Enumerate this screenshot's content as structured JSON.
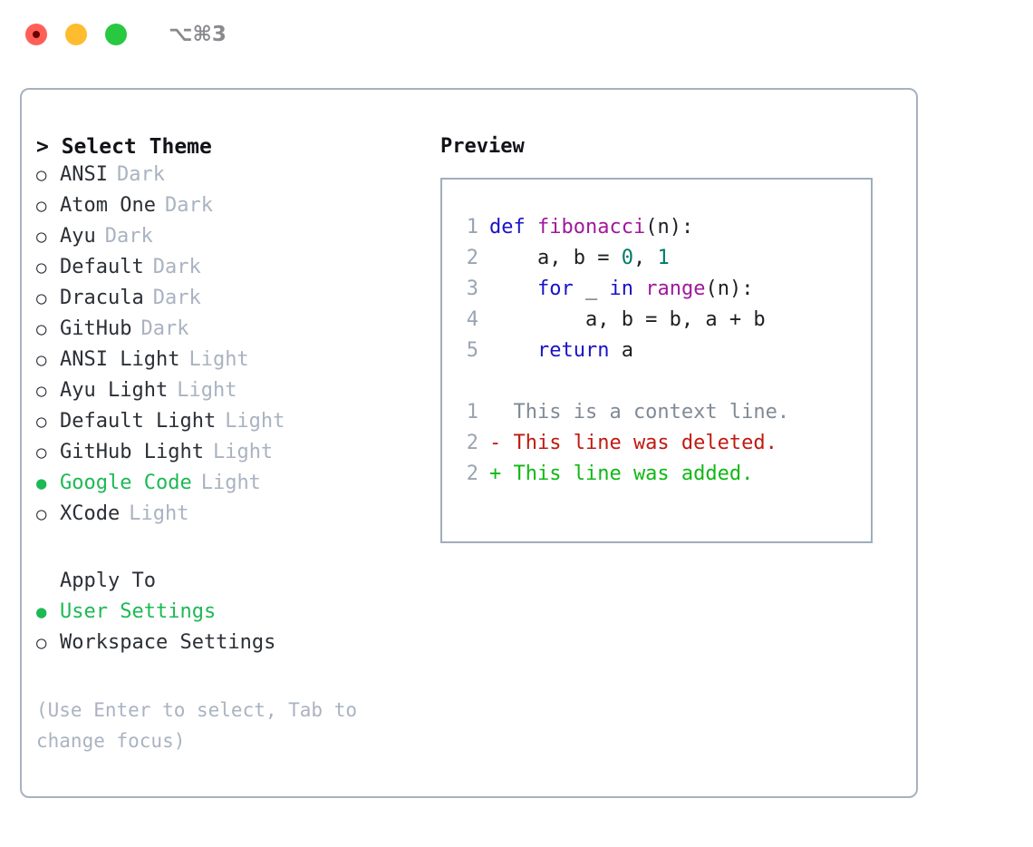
{
  "titlebar": {
    "shortcut": "⌥⌘3",
    "lights": [
      "close-red",
      "minimize-yellow",
      "maximize-green"
    ]
  },
  "theme_panel": {
    "title": "> Select Theme",
    "bullet_selected": "●",
    "bullet_unselected": "○",
    "options": [
      {
        "label": "ANSI",
        "tag": "Dark",
        "selected": false
      },
      {
        "label": "Atom One",
        "tag": "Dark",
        "selected": false
      },
      {
        "label": "Ayu",
        "tag": "Dark",
        "selected": false
      },
      {
        "label": "Default",
        "tag": "Dark",
        "selected": false
      },
      {
        "label": "Dracula",
        "tag": "Dark",
        "selected": false
      },
      {
        "label": "GitHub",
        "tag": "Dark",
        "selected": false
      },
      {
        "label": "ANSI Light",
        "tag": "Light",
        "selected": false
      },
      {
        "label": "Ayu Light",
        "tag": "Light",
        "selected": false
      },
      {
        "label": "Default Light",
        "tag": "Light",
        "selected": false
      },
      {
        "label": "GitHub Light",
        "tag": "Light",
        "selected": false
      },
      {
        "label": "Google Code",
        "tag": "Light",
        "selected": true
      },
      {
        "label": "XCode",
        "tag": "Light",
        "selected": false
      }
    ]
  },
  "apply_to": {
    "title": "Apply To",
    "options": [
      {
        "label": "User Settings",
        "selected": true
      },
      {
        "label": "Workspace Settings",
        "selected": false
      }
    ]
  },
  "hint": "(Use Enter to select, Tab to change focus)",
  "preview": {
    "title": "Preview",
    "code_lines": [
      {
        "num": "1",
        "tokens": [
          {
            "t": "def ",
            "c": "tok-kw"
          },
          {
            "t": "fibonacci",
            "c": "tok-fn"
          },
          {
            "t": "(n):",
            "c": "tok-pl"
          }
        ]
      },
      {
        "num": "2",
        "tokens": [
          {
            "t": "    a, b = ",
            "c": "tok-pl"
          },
          {
            "t": "0",
            "c": "tok-num"
          },
          {
            "t": ", ",
            "c": "tok-pl"
          },
          {
            "t": "1",
            "c": "tok-num"
          }
        ]
      },
      {
        "num": "3",
        "tokens": [
          {
            "t": "    ",
            "c": "tok-pl"
          },
          {
            "t": "for",
            "c": "tok-kw"
          },
          {
            "t": " _ ",
            "c": "tok-pl"
          },
          {
            "t": "in",
            "c": "tok-kw"
          },
          {
            "t": " ",
            "c": "tok-pl"
          },
          {
            "t": "range",
            "c": "tok-fn"
          },
          {
            "t": "(n):",
            "c": "tok-pl"
          }
        ]
      },
      {
        "num": "4",
        "tokens": [
          {
            "t": "        a, b = b, a + b",
            "c": "tok-pl"
          }
        ]
      },
      {
        "num": "5",
        "tokens": [
          {
            "t": "    ",
            "c": "tok-pl"
          },
          {
            "t": "return",
            "c": "tok-kw"
          },
          {
            "t": " a",
            "c": "tok-pl"
          }
        ]
      }
    ],
    "diff_lines": [
      {
        "num": "1",
        "text": "  This is a context line.",
        "kind": "diff-ctx"
      },
      {
        "num": "2",
        "text": "- This line was deleted.",
        "kind": "diff-del"
      },
      {
        "num": "2",
        "text": "+ This line was added.",
        "kind": "diff-add"
      }
    ]
  },
  "colors": {
    "accent_green": "#1db954",
    "tag_gray": "#a9b3c1",
    "border": "#a7b2c0",
    "panel_border": "#a0aebd",
    "keyword": "#1a12c8",
    "function": "#a0189c",
    "number": "#00796b",
    "diff_context": "#808a96",
    "diff_deleted": "#c01a10",
    "diff_added": "#10b814"
  }
}
